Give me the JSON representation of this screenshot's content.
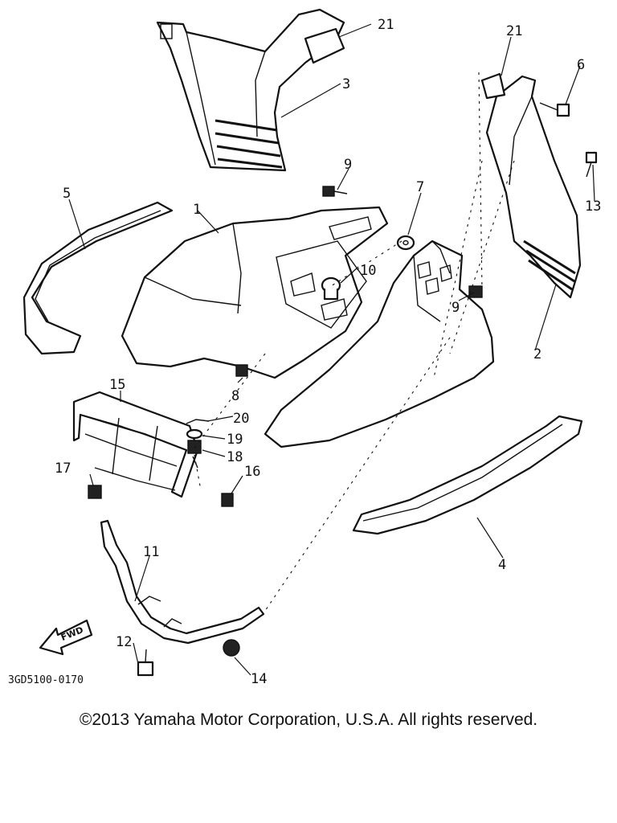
{
  "diagram": {
    "drawing_code": "3GD5100-0170",
    "fwd_label": "FWD",
    "callouts": {
      "p1": "1",
      "p2": "2",
      "p3": "3",
      "p4": "4",
      "p5": "5",
      "p6": "6",
      "p7": "7",
      "p8": "8",
      "p9a": "9",
      "p9b": "9",
      "p10": "10",
      "p11": "11",
      "p12": "12",
      "p13": "13",
      "p14": "14",
      "p15": "15",
      "p16": "16",
      "p17": "17",
      "p18": "18",
      "p19": "19",
      "p20": "20",
      "p21a": "21",
      "p21b": "21"
    }
  },
  "footer": {
    "copyright": "©2013 Yamaha Motor Corporation, U.S.A. All rights reserved."
  }
}
